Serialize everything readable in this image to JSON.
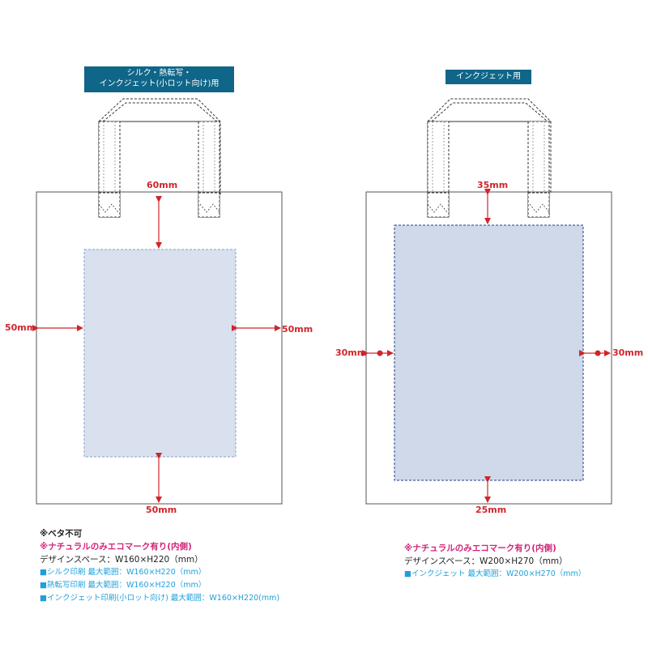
{
  "left_bag": {
    "header_line1": "シルク・熱転写・",
    "header_line2": "インクジェット(小ロット向け)用",
    "top_margin": "60mm",
    "left_margin": "50mm",
    "right_margin": "50mm",
    "bottom_margin": "50mm"
  },
  "right_bag": {
    "header": "インクジェット用",
    "top_margin": "35mm",
    "left_margin": "30mm",
    "right_margin": "30mm",
    "bottom_margin": "25mm"
  },
  "left_notes": {
    "line1": "※ベタ不可",
    "line2": "※ナチュラルのみエコマーク有り(内側)",
    "line3": "デザインスペース：W160×H220（mm）",
    "line4": "■シルク印刷 最大範囲：W160×H220（mm）",
    "line5": "■熱転写印刷 最大範囲：W160×H220（mm）",
    "line6": "■インクジェット印刷(小ロット向け) 最大範囲：W160×H220(mm)"
  },
  "right_notes": {
    "line1": "※ナチュラルのみエコマーク有り(内側)",
    "line2": "デザインスペース：W200×H270（mm）",
    "line3": "■インクジェット 最大範囲：W200×H270（mm）"
  },
  "colors": {
    "header_bg": "#0f6688",
    "dimension_red": "#d0252b",
    "print_area_left": "#d9e1ee",
    "print_area_right": "#cfd9ea",
    "note_magenta": "#d4237a",
    "note_cyan": "#1ea0dc"
  }
}
